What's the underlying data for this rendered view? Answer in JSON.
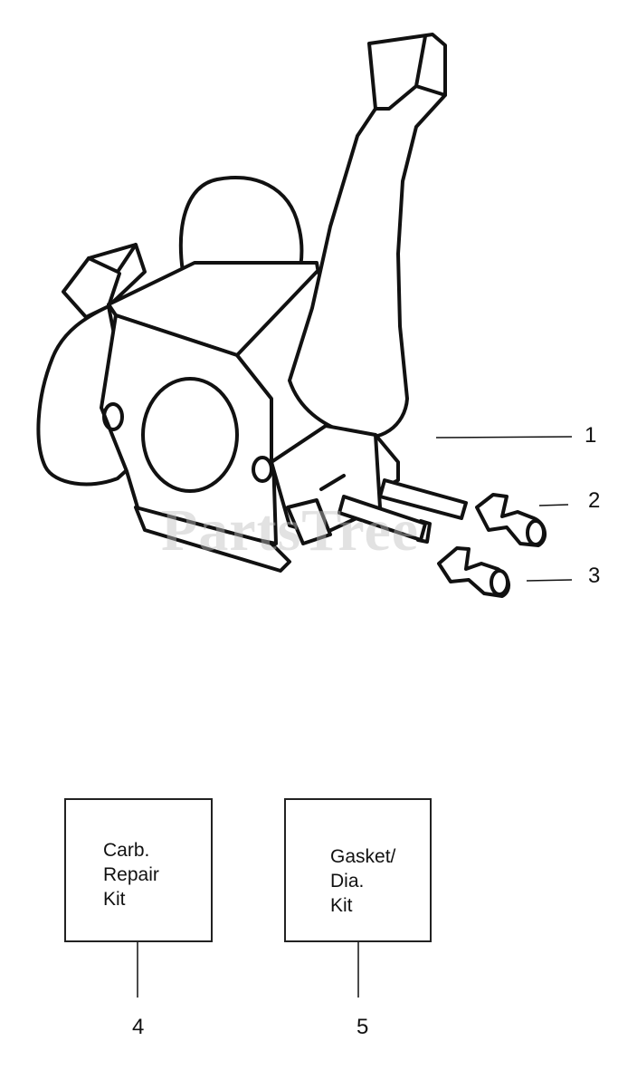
{
  "watermark": "PartsTree",
  "callouts": [
    {
      "number": "1"
    },
    {
      "number": "2"
    },
    {
      "number": "3"
    },
    {
      "number": "4"
    },
    {
      "number": "5"
    }
  ],
  "kits": [
    {
      "lines": [
        "Carb.",
        "Repair",
        "Kit"
      ]
    },
    {
      "lines": [
        "Gasket/",
        "Dia.",
        "Kit"
      ]
    }
  ]
}
